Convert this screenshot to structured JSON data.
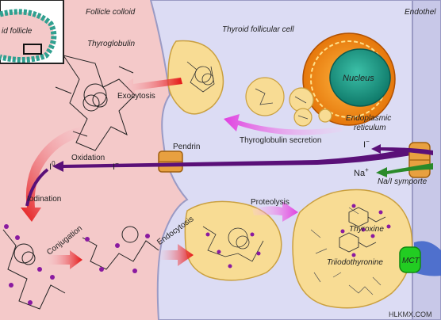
{
  "labels": {
    "follicle_colloid": "Follicle colloid",
    "thyroid_follicular_cell": "Thyroid follicular cell",
    "endothelium": "Endothel",
    "thyroid_follicle": "id follicle",
    "thyroglobulin": "Thyroglobulin",
    "exocytosis": "Exocytosis",
    "nucleus": "Nucleus",
    "er_line1": "Endoplasmic",
    "er_line2": "reticulum",
    "thyroglobulin_secretion": "Thyroglobulin secretion",
    "oxidation": "Oxidation",
    "i_zero": "I",
    "i_zero_sup": "0",
    "i_minus_left": "I",
    "i_minus_left_sup": "−",
    "pendrin": "Pendrin",
    "i_minus_right": "I",
    "i_minus_right_sup": "−",
    "na_plus": "Na",
    "na_plus_sup": "+",
    "nai_symporter": "Na/I symporte",
    "iodination": "Iodination",
    "conjugation": "Conjugation",
    "endocytosis": "Endocytosis",
    "proteolysis": "Proteolysis",
    "thyroxine": "Thyroxine",
    "triiodothyronine": "Triiodothyronine",
    "mct": "MCT",
    "watermark": "HLKMX.COM"
  },
  "colors": {
    "colloid": "#f4c9c9",
    "cell": "#dcdcf4",
    "vesicle": "#f8dc94",
    "nucleus": "#1fa08c",
    "er": "#f08a14",
    "arrow_red": "#e41414",
    "arrow_purple": "#5a1078",
    "arrow_magenta": "#e040e0",
    "arrow_green": "#2a8a2a",
    "mct": "#22cc22",
    "pendrin": "#e8a040"
  }
}
